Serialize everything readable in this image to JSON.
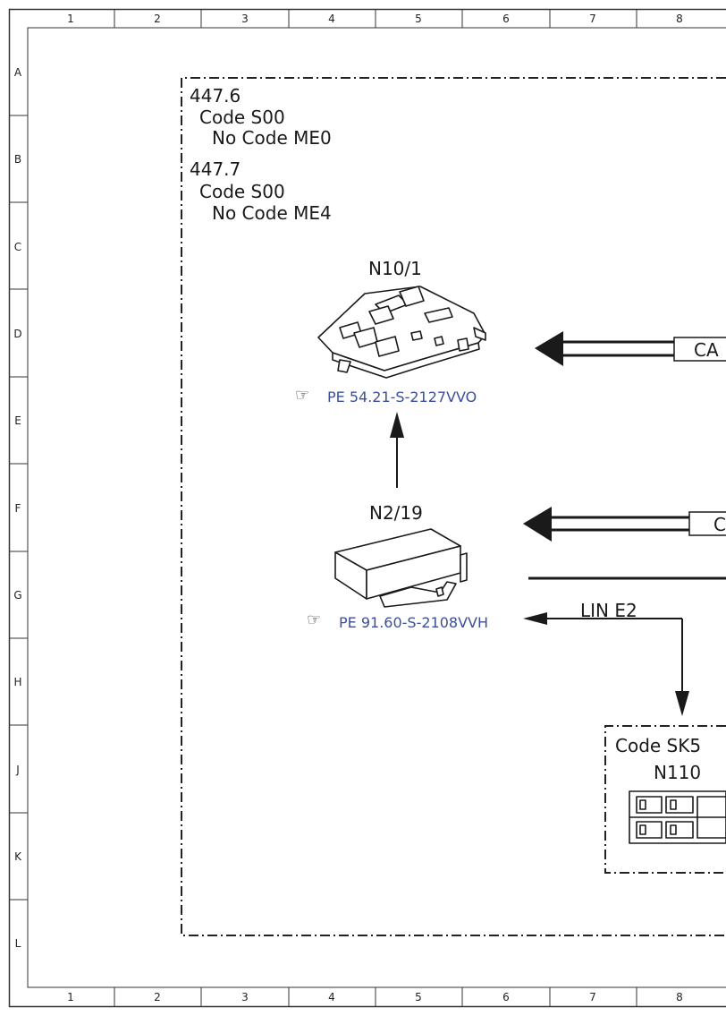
{
  "frame": {
    "columns": [
      "1",
      "2",
      "3",
      "4",
      "5",
      "6",
      "7",
      "8"
    ],
    "rows": [
      "A",
      "B",
      "C",
      "D",
      "E",
      "F",
      "G",
      "H",
      "J",
      "K",
      "L"
    ]
  },
  "conditions": [
    {
      "number": "447.6",
      "code": "Code S00",
      "no_code": "No Code ME0"
    },
    {
      "number": "447.7",
      "code": "Code S00",
      "no_code": "No Code ME4"
    }
  ],
  "components": {
    "n10_1": {
      "label": "N10/1",
      "reference": "PE 54.21-S-2127VVO",
      "ref_icon": "pointing-hand-icon"
    },
    "n2_19": {
      "label": "N2/19",
      "reference": "PE 91.60-S-2108VVH",
      "ref_icon": "pointing-hand-icon"
    },
    "n110": {
      "code": "Code SK5",
      "label": "N110"
    }
  },
  "connections": {
    "can_top_label": "CA",
    "can_mid_label": "C",
    "lin_label": "LIN E2"
  },
  "colors": {
    "reference_text": "#3d4f9a",
    "line": "#1a1a1a"
  }
}
